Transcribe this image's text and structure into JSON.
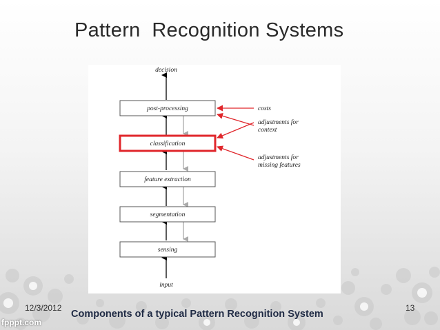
{
  "slide": {
    "title": "Pattern  Recognition Systems",
    "date": "12/3/2012",
    "caption": "Components of a typical Pattern Recognition System",
    "page_number": "13",
    "brand": "fpppt.com"
  },
  "diagram": {
    "top_label": "decision",
    "bottom_label": "input",
    "boxes": [
      {
        "label": "post-processing"
      },
      {
        "label": "classification",
        "highlight_color": "#e0262b"
      },
      {
        "label": "feature extraction"
      },
      {
        "label": "segmentation"
      },
      {
        "label": "sensing"
      }
    ],
    "notes": [
      {
        "line1": "costs",
        "line2": ""
      },
      {
        "line1": "adjustments for",
        "line2": "context"
      },
      {
        "line1": "adjustments for",
        "line2": "missing features"
      }
    ],
    "colors": {
      "annotation_arrow": "#e0262b",
      "feedback_arrow": "#aaaaaa",
      "flow_arrow": "#000000"
    }
  }
}
